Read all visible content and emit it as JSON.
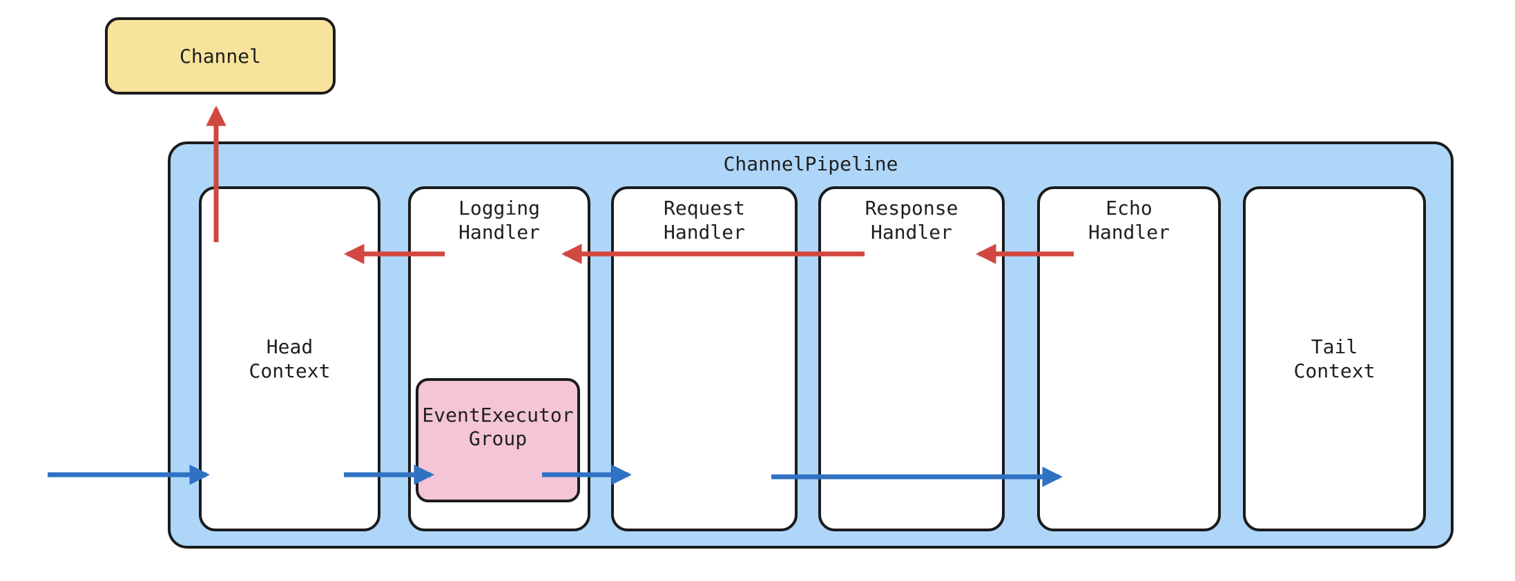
{
  "diagram": {
    "channel": {
      "label": "Channel"
    },
    "pipeline": {
      "title": "ChannelPipeline",
      "boxes": [
        {
          "name": "head-context",
          "line1": "Head",
          "line2": "Context",
          "label_position": "middle"
        },
        {
          "name": "logging-handler",
          "line1": "Logging",
          "line2": "Handler",
          "label_position": "top"
        },
        {
          "name": "request-handler",
          "line1": "Request",
          "line2": "Handler",
          "label_position": "top"
        },
        {
          "name": "response-handler",
          "line1": "Response",
          "line2": "Handler",
          "label_position": "top"
        },
        {
          "name": "echo-handler",
          "line1": "Echo",
          "line2": "Handler",
          "label_position": "top"
        },
        {
          "name": "tail-context",
          "line1": "Tail",
          "line2": "Context",
          "label_position": "middle"
        }
      ],
      "event_executor_group": {
        "line1": "EventExecutor",
        "line2": "Group"
      }
    },
    "arrows": {
      "inbound_color": "#2f72c4",
      "outbound_color": "#d14840",
      "inbound_flow": [
        "external -> head-context",
        "head-context -> event-executor-group",
        "event-executor-group -> request-handler",
        "request-handler -> echo-handler"
      ],
      "outbound_flow": [
        "echo-handler -> response-handler",
        "response-handler -> logging-handler",
        "logging-handler -> head-context",
        "head-context -> channel"
      ]
    },
    "colors": {
      "pipeline_fill": "#aed6f8",
      "channel_fill": "#f8e39c",
      "executor_fill": "#f4c5d7",
      "box_fill": "#ffffff",
      "stroke": "#1b1b1b",
      "background": "#ffffff"
    }
  }
}
